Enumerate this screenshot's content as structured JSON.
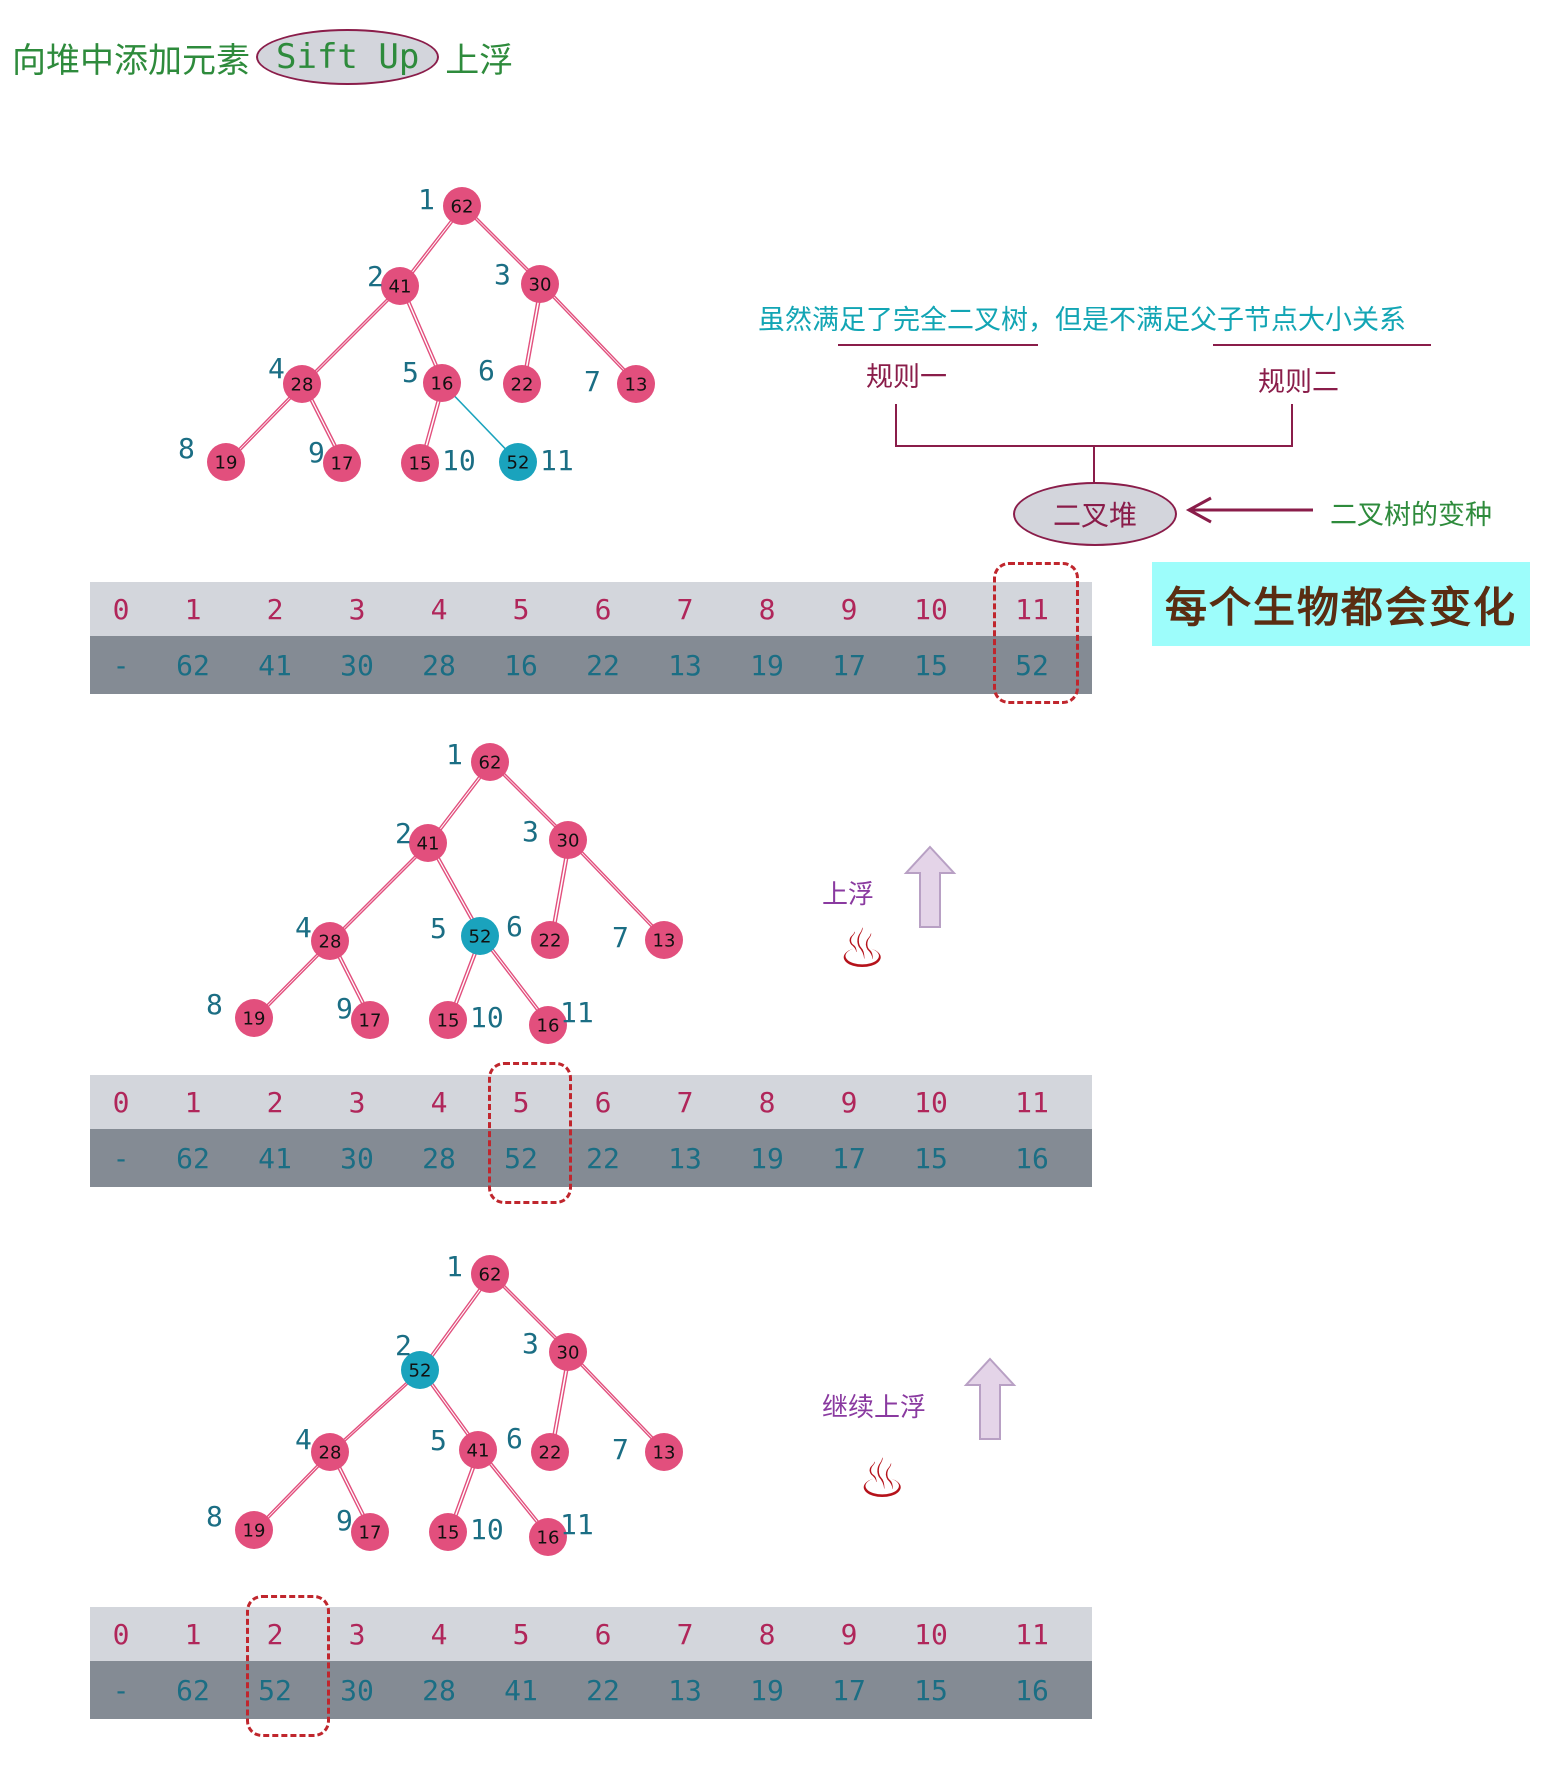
{
  "title": {
    "prefix": "向堆中添加元素",
    "code": "Sift Up",
    "suffix": "上浮"
  },
  "notes": {
    "cyan": "虽然满足了完全二叉树，但是不满足父子节点大小关系",
    "rule1": "规则一",
    "rule2": "规则二",
    "heap": "二叉堆",
    "variant": "二叉树的变种",
    "banner": "每个生物都会变化",
    "float1": "上浮",
    "float2": "继续上浮",
    "steam_icon": "♨"
  },
  "colors": {
    "node": "#e24f7d",
    "highlight": "#1aa3bd",
    "index": "#1b6e84",
    "array_index": "#b0265a"
  },
  "tree_indices": [
    "1",
    "2",
    "3",
    "4",
    "5",
    "6",
    "7",
    "8",
    "9",
    "10",
    "11"
  ],
  "steps": [
    {
      "values": [
        "62",
        "41",
        "30",
        "28",
        "16",
        "22",
        "13",
        "19",
        "17",
        "15",
        "52"
      ],
      "highlight": 11,
      "array_index": [
        "0",
        "1",
        "2",
        "3",
        "4",
        "5",
        "6",
        "7",
        "8",
        "9",
        "10",
        "11"
      ],
      "array_value": [
        "-",
        "62",
        "41",
        "30",
        "28",
        "16",
        "22",
        "13",
        "19",
        "17",
        "15",
        "52"
      ]
    },
    {
      "values": [
        "62",
        "41",
        "30",
        "28",
        "52",
        "22",
        "13",
        "19",
        "17",
        "15",
        "16"
      ],
      "highlight": 5,
      "array_index": [
        "0",
        "1",
        "2",
        "3",
        "4",
        "5",
        "6",
        "7",
        "8",
        "9",
        "10",
        "11"
      ],
      "array_value": [
        "-",
        "62",
        "41",
        "30",
        "28",
        "52",
        "22",
        "13",
        "19",
        "17",
        "15",
        "16"
      ]
    },
    {
      "values": [
        "62",
        "52",
        "30",
        "28",
        "41",
        "22",
        "13",
        "19",
        "17",
        "15",
        "16"
      ],
      "highlight": 2,
      "array_index": [
        "0",
        "1",
        "2",
        "3",
        "4",
        "5",
        "6",
        "7",
        "8",
        "9",
        "10",
        "11"
      ],
      "array_value": [
        "-",
        "62",
        "52",
        "30",
        "28",
        "41",
        "22",
        "13",
        "19",
        "17",
        "15",
        "16"
      ]
    }
  ]
}
